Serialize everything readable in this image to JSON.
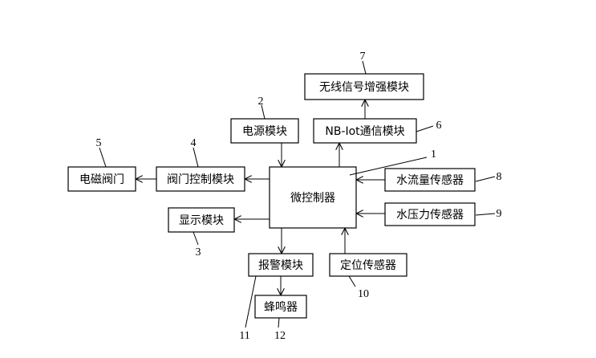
{
  "modules": {
    "cpu": "微控制器",
    "power": "电源模块",
    "nbiot": "NB-Iot通信模块",
    "wireless": "无线信号增强模块",
    "solenoid_valve": "电磁阀门",
    "valve_control": "阀门控制模块",
    "display": "显示模块",
    "alarm": "报警模块",
    "buzzer": "蜂鸣器",
    "positioning_sensor": "定位传感器",
    "flow_sensor": "水流量传感器",
    "pressure_sensor": "水压力传感器"
  },
  "reference_numbers": {
    "cpu": "1",
    "power": "2",
    "display": "3",
    "valve_control": "4",
    "solenoid_valve": "5",
    "nbiot": "6",
    "wireless": "7",
    "flow_sensor": "8",
    "pressure_sensor": "9",
    "positioning_sensor": "10",
    "alarm": "11",
    "buzzer": "12"
  }
}
